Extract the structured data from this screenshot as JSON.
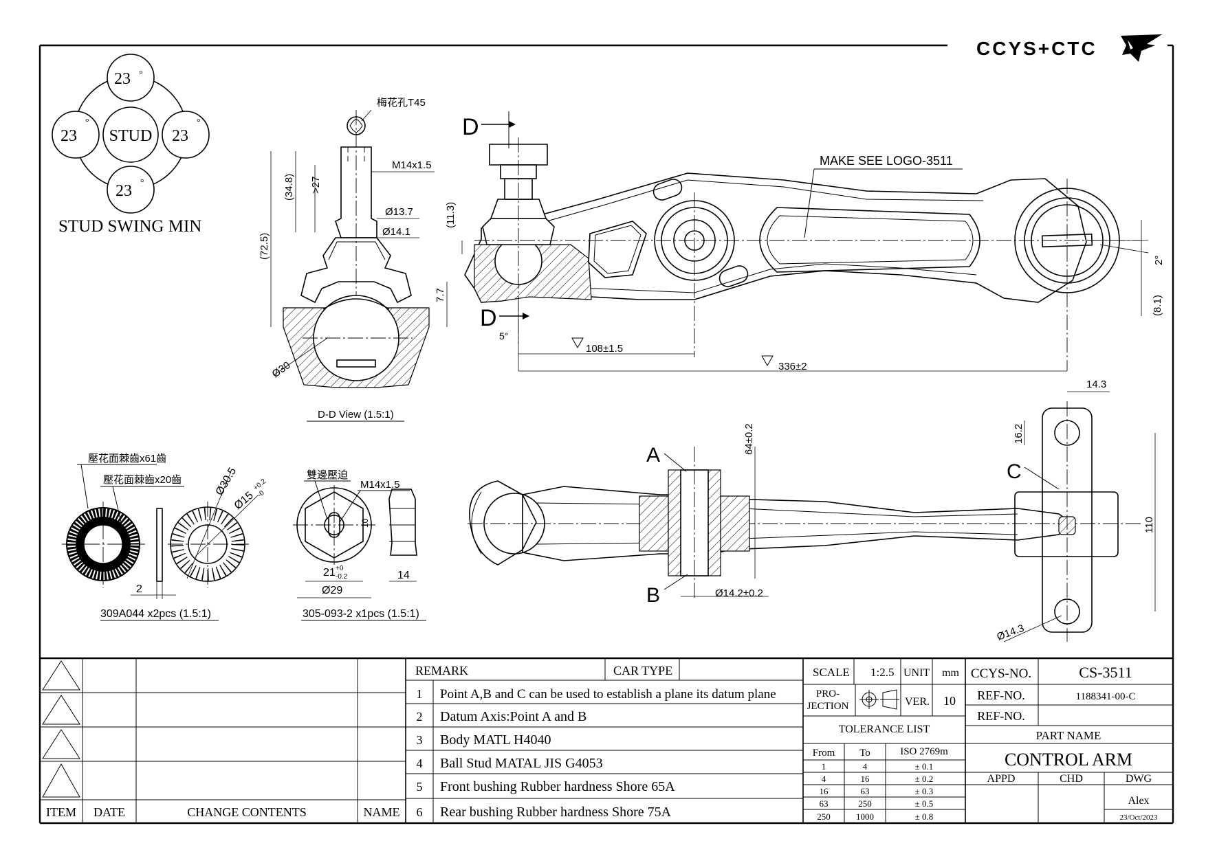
{
  "header": {
    "brand_text": "CCYS+CTC",
    "brand_logo": "wolf-head-logo"
  },
  "views": {
    "stud_swing": {
      "title": "STUD SWING MIN",
      "center_label": "STUD",
      "angles": [
        "23",
        "23",
        "23",
        "23"
      ],
      "degree_mark": "°"
    },
    "dd_view": {
      "label": "D-D View (1.5:1)",
      "dims": {
        "socket_note": "梅花孔T45",
        "thread": "M14x1.5",
        "d1": "Ø13.7",
        "d2": "Ø14.1",
        "h1": "(34.8)",
        "h2": ">27",
        "h3": "(72.5)",
        "h4": "7.7",
        "ball": "Ø30"
      }
    },
    "top_view": {
      "note": "MAKE SEE LOGO-3511",
      "section_marks": [
        "D",
        "D"
      ],
      "dims": {
        "h1": "(11.3)",
        "ang1": "5°",
        "len1": "108±1.5",
        "len2": "336±2",
        "ang2": "2°",
        "h2": "(8.1)"
      }
    },
    "washer": {
      "label": "309A044 x2pcs (1.5:1)",
      "notes": [
        "壓花面棘齒x61齒",
        "壓花面棘齒x20齒"
      ],
      "dims": {
        "thick": "2",
        "od": "Ø30.5",
        "id": "Ø15",
        "id_tol_up": "+0.2",
        "id_tol_low": "-0"
      }
    },
    "nut": {
      "label": "305-093-2 x1pcs (1.5:1)",
      "note": "雙邊壓迫",
      "dims": {
        "thread": "M14x1.5",
        "af": "21",
        "af_tol_up": "+0",
        "af_tol_low": "-0.2",
        "od": "Ø29",
        "h": "14",
        "slot": "10"
      }
    },
    "bottom_view": {
      "points": [
        "A",
        "B",
        "C"
      ],
      "dims": {
        "w1": "64±0.2",
        "d1": "Ø14.2±0.2",
        "w2": "14.3",
        "h1": "16.2",
        "len": "110",
        "d2": "Ø14.3"
      }
    }
  },
  "revision_table": {
    "headers": [
      "ITEM",
      "DATE",
      "CHANGE CONTENTS",
      "NAME"
    ],
    "rows": 4
  },
  "remarks": {
    "remark_label": "REMARK",
    "car_type_label": "CAR TYPE",
    "items": [
      {
        "no": "1",
        "text": "Point A,B and C can be used to establish a plane its datum plane"
      },
      {
        "no": "2",
        "text": "Datum Axis:Point A and B"
      },
      {
        "no": "3",
        "text": "Body MATL H4040"
      },
      {
        "no": "4",
        "text": "Ball Stud MATAL JIS G4053"
      },
      {
        "no": "5",
        "text": "Front bushing Rubber hardness Shore 65A"
      },
      {
        "no": "6",
        "text": "Rear bushing Rubber hardness Shore 75A"
      }
    ]
  },
  "title_block": {
    "scale_label": "SCALE",
    "scale": "1:2.5",
    "unit_label": "UNIT",
    "unit": "mm",
    "projection_label_1": "PRO-",
    "projection_label_2": "JECTION",
    "ver_label": "VER.",
    "ver": "10",
    "tolerance_title": "TOLERANCE LIST",
    "tolerance_headers": [
      "From",
      "To",
      "ISO 2769m"
    ],
    "tolerance_rows": [
      [
        "1",
        "4",
        "± 0.1"
      ],
      [
        "4",
        "16",
        "± 0.2"
      ],
      [
        "16",
        "63",
        "± 0.3"
      ],
      [
        "63",
        "250",
        "± 0.5"
      ],
      [
        "250",
        "1000",
        "± 0.8"
      ]
    ],
    "ccys_no_label": "CCYS-NO.",
    "ccys_no": "CS-3511",
    "ref_no_label": "REF-NO.",
    "ref_no": "1188341-00-C",
    "ref_no_label_2": "REF-NO.",
    "ref_no_2": "",
    "part_name_label": "PART NAME",
    "part_name": "CONTROL ARM",
    "appd_label": "APPD",
    "chd_label": "CHD",
    "dwg_label": "DWG",
    "dwg_name": "Alex",
    "date": "23/Oct/2023"
  }
}
